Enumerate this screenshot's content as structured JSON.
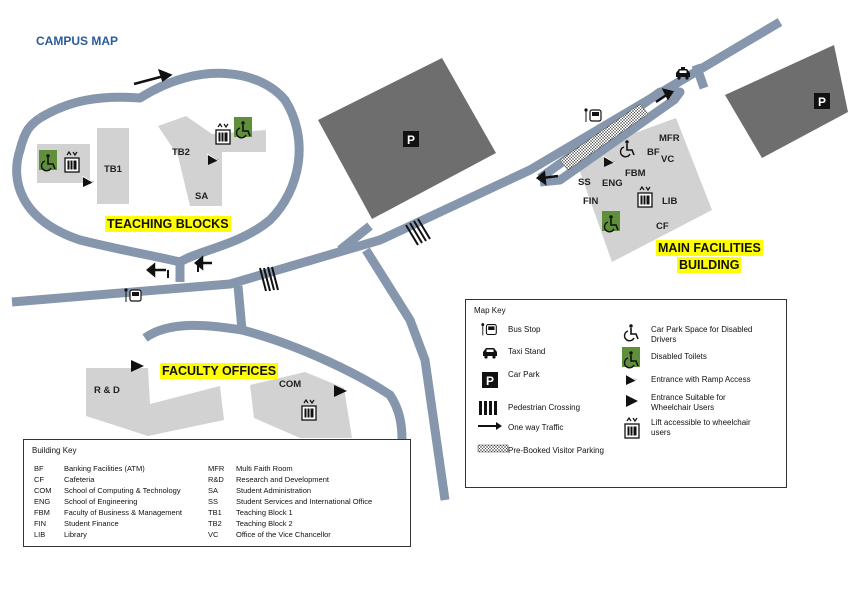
{
  "map_title": "CAMPUS MAP",
  "area_labels": {
    "teaching_blocks": "TEACHING BLOCKS",
    "main_facilities_line1": "MAIN FACILITIES",
    "main_facilities_line2": "BUILDING",
    "faculty_offices": "FACULTY OFFICES"
  },
  "building_labels": {
    "tb1": "TB1",
    "tb2": "TB2",
    "sa": "SA",
    "rd": "R & D",
    "com": "COM",
    "mfr": "MFR",
    "bf": "BF",
    "vc": "VC",
    "fbm": "FBM",
    "ss": "SS",
    "eng": "ENG",
    "fin": "FIN",
    "lib": "LIB",
    "cf": "CF"
  },
  "parking_symbol": "P",
  "map_key": {
    "title": "Map Key",
    "left": [
      "Bus Stop",
      "Taxi Stand",
      "Car Park",
      "Pedestrian Crossing",
      "One way Traffic",
      "Pre-Booked Visitor Parking"
    ],
    "right": [
      "Car Park Space for Disabled Drivers",
      "Disabled Toilets",
      "Entrance with Ramp Access",
      "Entrance Suitable for Wheelchair Users",
      "Lift accessible to wheelchair users"
    ]
  },
  "building_key": {
    "title": "Building Key",
    "left": [
      {
        "code": "BF",
        "name": "Banking Facilities (ATM)"
      },
      {
        "code": "CF",
        "name": "Cafeteria"
      },
      {
        "code": "COM",
        "name": "School of Computing & Technology"
      },
      {
        "code": "ENG",
        "name": "School of Engineering"
      },
      {
        "code": "FBM",
        "name": "Faculty of Business & Management"
      },
      {
        "code": "FIN",
        "name": "Student Finance"
      },
      {
        "code": "LIB",
        "name": "Library"
      }
    ],
    "right": [
      {
        "code": "MFR",
        "name": "Multi Faith Room"
      },
      {
        "code": "R&D",
        "name": "Research and Development"
      },
      {
        "code": "SA",
        "name": "Student Administration"
      },
      {
        "code": "SS",
        "name": "Student Services and International Office"
      },
      {
        "code": "TB1",
        "name": "Teaching Block 1"
      },
      {
        "code": "TB2",
        "name": "Teaching Block 2"
      },
      {
        "code": "VC",
        "name": "Office of the Vice Chancellor"
      }
    ]
  },
  "colors": {
    "road": "#8697ad",
    "building": "#d2d2d2",
    "car_park": "#6e6e6e",
    "highlight": "#ffff00",
    "disabled_green": "#5f8f3a",
    "title_blue": "#2a5b9a"
  },
  "icons": [
    "bus-stop-icon",
    "taxi-icon",
    "parking-icon",
    "pedestrian-crossing-icon",
    "one-way-arrow-icon",
    "visitor-parking-hatch-icon",
    "disabled-parking-icon",
    "disabled-toilet-icon",
    "ramp-entrance-icon",
    "wheelchair-entrance-icon",
    "lift-icon"
  ]
}
